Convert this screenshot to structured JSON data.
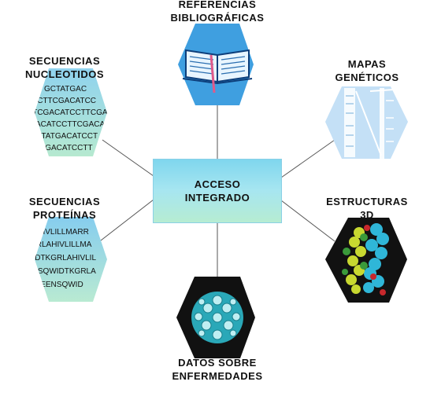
{
  "center": {
    "line1": "ACCESO",
    "line2": "INTEGRADO"
  },
  "nodes": {
    "referencias": {
      "line1": "REFERENCIAS",
      "line2": "BIBLIOGRÁFICAS"
    },
    "nucleotidos": {
      "line1": "SECUENCIAS",
      "line2": "NUCLEOTIDOS",
      "sequence_lines": [
        "GCTATGAC",
        "CCTTCGACATCC",
        "CTCGACATCCTTCGA",
        "CGACATCCTTCGACAT",
        "CCTATGACATCCT",
        "CGACATCCTT"
      ]
    },
    "mapas": {
      "line1": "MAPAS",
      "line2": "GENÉTICOS"
    },
    "proteinas": {
      "line1": "SECUENCIAS",
      "line2": "PROTEÍNAS",
      "sequence_lines": [
        "HVLILLMARR",
        "GRLAHIVLILLMA",
        "WIDTKGRLAHIVLIL",
        "ENSQWIDTKGRLA",
        "REENSQWID"
      ]
    },
    "estructuras": {
      "line1": "ESTRUCTURAS",
      "line2": "3D"
    },
    "enfermedades": {
      "line1": "DATOS SOBRE",
      "line2": "ENFERMEDADES"
    }
  },
  "colors": {
    "hex_blue": "#3fa0e0",
    "hex_seq": "#9fd8ee",
    "hex_map": "#c4e0f6",
    "hex_black": "#111111",
    "connector": "#555555"
  }
}
